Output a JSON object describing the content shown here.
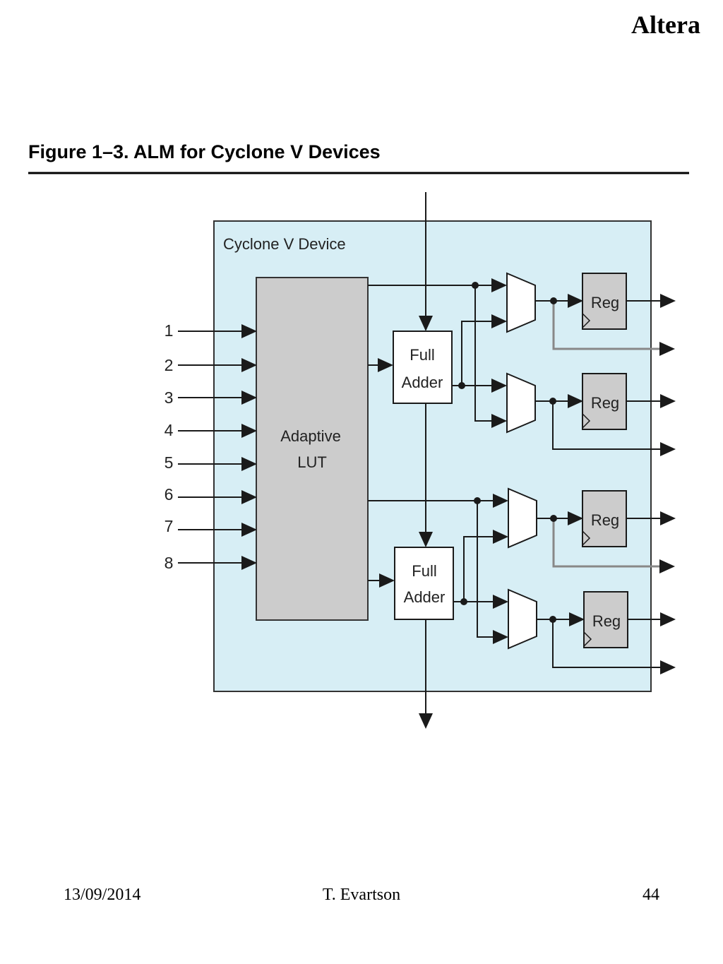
{
  "slide": {
    "title": "Altera",
    "footer": {
      "date": "13/09/2014",
      "author": "T. Evartson",
      "page": "44"
    }
  },
  "figure": {
    "caption": "Figure 1–3.  ALM for Cyclone V Devices",
    "device_label": "Cyclone V Device",
    "lut_label_line1": "Adaptive",
    "lut_label_line2": "LUT",
    "adder_label_line1": "Full",
    "adder_label_line2": "Adder",
    "reg_label": "Reg",
    "inputs": [
      "1",
      "2",
      "3",
      "4",
      "5",
      "6",
      "7",
      "8"
    ]
  },
  "colors": {
    "device_fill": "#d7eef5",
    "lut_fill": "#cccccc",
    "reg_fill": "#cccccc",
    "line": "#1a1a1a",
    "feedback_line": "#888888"
  }
}
